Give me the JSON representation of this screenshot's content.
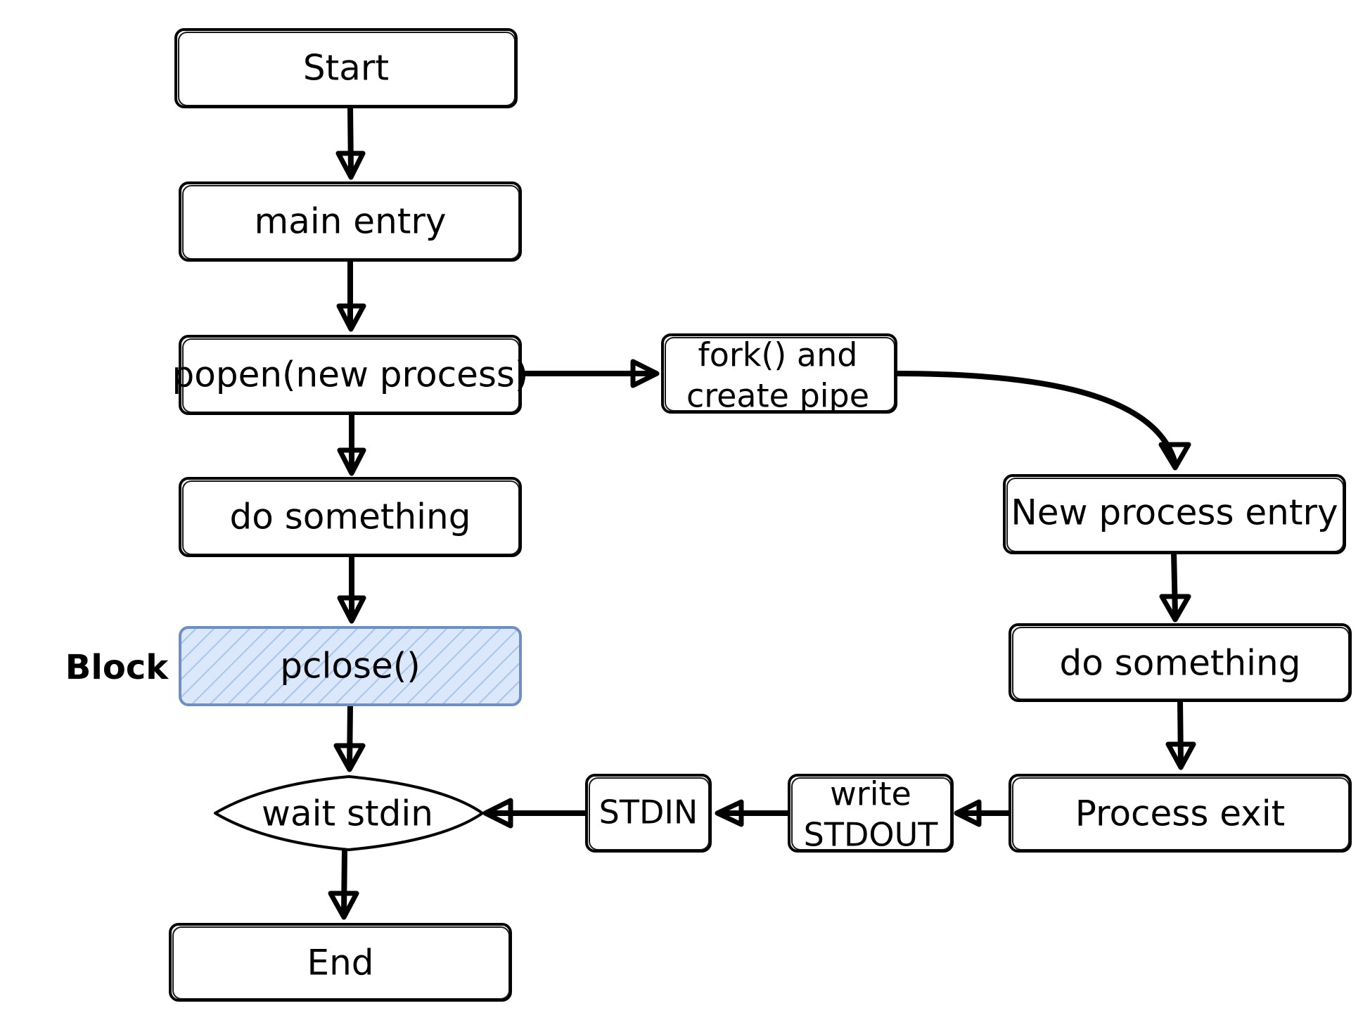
{
  "diagram": {
    "nodes": {
      "start": "Start",
      "main_entry": "main entry",
      "popen": "popen(new process)",
      "do_something_main": "do something",
      "pclose": "pclose()",
      "wait_stdin": "wait stdin",
      "end": "End",
      "fork_pipe_line1": "fork() and",
      "fork_pipe_line2": "create pipe",
      "new_process_entry": "New process entry",
      "do_something_child": "do something",
      "process_exit": "Process exit",
      "write_stdout_line1": "write",
      "write_stdout_line2": "STDOUT",
      "stdin": "STDIN"
    },
    "side_labels": {
      "block": "Block"
    },
    "colors": {
      "stroke": "#000000",
      "background": "#ffffff",
      "highlight_fill": "#dbe8fb",
      "highlight_hatch": "#a7c4ec",
      "highlight_stroke": "#6f8fc0"
    },
    "edges": [
      {
        "from": "start",
        "to": "main_entry"
      },
      {
        "from": "main_entry",
        "to": "popen"
      },
      {
        "from": "popen",
        "to": "do_something_main"
      },
      {
        "from": "do_something_main",
        "to": "pclose"
      },
      {
        "from": "pclose",
        "to": "wait_stdin"
      },
      {
        "from": "wait_stdin",
        "to": "end"
      },
      {
        "from": "popen",
        "to": "fork_pipe"
      },
      {
        "from": "fork_pipe",
        "to": "new_process_entry"
      },
      {
        "from": "new_process_entry",
        "to": "do_something_child"
      },
      {
        "from": "do_something_child",
        "to": "process_exit"
      },
      {
        "from": "process_exit",
        "to": "write_stdout"
      },
      {
        "from": "write_stdout",
        "to": "stdin"
      },
      {
        "from": "stdin",
        "to": "wait_stdin"
      }
    ]
  }
}
